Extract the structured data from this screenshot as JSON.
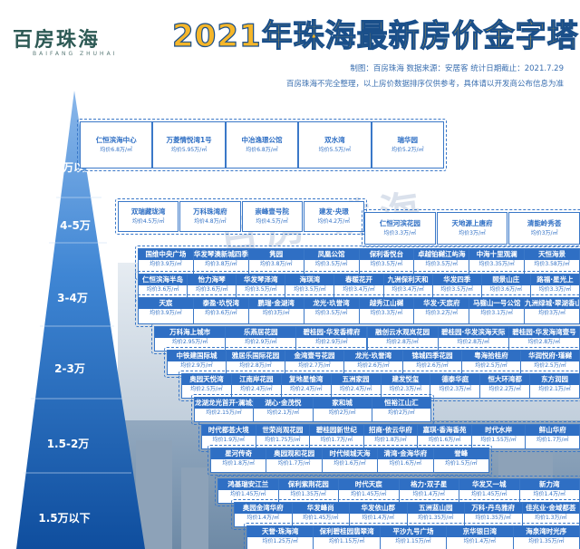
{
  "logo": {
    "main": "百房珠海",
    "sub": "BAIFANG ZHUHAI"
  },
  "title": "2021年珠海最新房价金字塔",
  "meta": {
    "line1": "制图：百房珠海   数据来源：安居客   统计日期截止：2021.7.29",
    "line2": "百房珠海不完全整理，以上房价数据排序仅供参考，具体请以开发商公布信息为准"
  },
  "watermark": "百房 珠海",
  "tiers": [
    {
      "label": "5万以上"
    },
    {
      "label": "4-5万"
    },
    {
      "label": "3-4万"
    },
    {
      "label": "2-3万"
    },
    {
      "label": "1.5-2万"
    },
    {
      "label": "1.5万以下"
    }
  ],
  "colors": {
    "accent": "#2f6fc4",
    "title": "#f5b62a",
    "outline": "#1a4f8a"
  },
  "rows": [
    {
      "cards": [
        {
          "name": "仁恒滨海中心",
          "price": "均价6.8万/㎡"
        },
        {
          "name": "万菱情悦湾1号",
          "price": "均价5.95万/㎡"
        },
        {
          "name": "中冶逸璟公馆",
          "price": "均价6.8万/㎡"
        },
        {
          "name": "双水湾",
          "price": "均价5.5万/㎡"
        },
        {
          "name": "瑞华园",
          "price": "均价5.2万/㎡"
        }
      ]
    },
    {
      "cards": [
        {
          "name": "双瑞藏珑湾",
          "price": "均价4.5万/㎡"
        },
        {
          "name": "万科珠湾府",
          "price": "均价4.8万/㎡"
        },
        {
          "name": "崇峰壹号院",
          "price": "均价4.5万/㎡"
        },
        {
          "name": "建发·央璟",
          "price": "均价4.2万/㎡"
        }
      ]
    },
    {
      "cards": [
        {
          "name": "仁恒河滨花园",
          "price": "均价3.3万/㎡"
        },
        {
          "name": "天地源上唐府",
          "price": "均价3万/㎡"
        },
        {
          "name": "清能岭秀荟",
          "price": "均价3万/㎡"
        }
      ]
    },
    {
      "cards": [
        {
          "name": "国维中央广场",
          "price": "均价3.9万/㎡"
        },
        {
          "name": "华发琴澳新城四季峰景",
          "price": "均价3.8万/㎡"
        },
        {
          "name": "隽园",
          "price": "均价3.8万/㎡"
        },
        {
          "name": "凤凰公馆",
          "price": "均价3.5万/㎡"
        },
        {
          "name": "保利香悦台",
          "price": "均价3.5万/㎡"
        },
        {
          "name": "卓越铂樾江屿海",
          "price": "均价3.5万/㎡"
        },
        {
          "name": "中海十里观澜",
          "price": "均价3.35万/㎡"
        },
        {
          "name": "天恒海景",
          "price": "均价3.58万/㎡"
        }
      ]
    },
    {
      "cards": [
        {
          "name": "仁恒滨海半岛",
          "price": "均价3.6万/㎡"
        },
        {
          "name": "怡力海琴",
          "price": "均价3.6万/㎡"
        },
        {
          "name": "华发琴泽湾",
          "price": "均价3.5万/㎡"
        },
        {
          "name": "海琪湾",
          "price": "均价3.5万/㎡"
        },
        {
          "name": "春暖花开",
          "price": "均价3.4万/㎡"
        },
        {
          "name": "九洲保利天和",
          "price": "均价3.4万/㎡"
        },
        {
          "name": "华发四季",
          "price": "均价3.5万/㎡"
        },
        {
          "name": "颐景山庄",
          "price": "均价3.6万/㎡"
        },
        {
          "name": "路福·星光上",
          "price": "均价3.3万/㎡"
        }
      ]
    },
    {
      "cards": [
        {
          "name": "天宸",
          "price": "均价3.9万/㎡"
        },
        {
          "name": "泰盈·玖悦湾",
          "price": "均价3.6万/㎡"
        },
        {
          "name": "鹏瑞·金湖湾",
          "price": "均价3万/㎡"
        },
        {
          "name": "龙光·玖誉湾",
          "price": "均价3.5万/㎡"
        },
        {
          "name": "越秀江山樾",
          "price": "均价3.3万/㎡"
        },
        {
          "name": "华发·天宸府",
          "price": "均价3.2万/㎡"
        },
        {
          "name": "马骝山一号公馆",
          "price": "均价3.1万/㎡"
        },
        {
          "name": "九洲绿城·翠湖香山",
          "price": "均价3万/㎡"
        }
      ]
    },
    {
      "cards": [
        {
          "name": "万科海上城市",
          "price": "均价2.95万/㎡"
        },
        {
          "name": "乐燕居花园",
          "price": "均价2.9万/㎡"
        },
        {
          "name": "碧桂园·华发香樟府",
          "price": "均价2.9万/㎡"
        },
        {
          "name": "融创云水观岚花园",
          "price": "均价2.8万/㎡"
        },
        {
          "name": "碧桂园·华发滨海天际",
          "price": "均价2.8万/㎡"
        },
        {
          "name": "碧桂园·华发海湾壹号",
          "price": "均价2.8万/㎡"
        }
      ]
    },
    {
      "cards": [
        {
          "name": "中铁建国际城",
          "price": "均价2.9万/㎡"
        },
        {
          "name": "雅居乐国际花园",
          "price": "均价2.8万/㎡"
        },
        {
          "name": "金湾壹号花园",
          "price": "均价2.7万/㎡"
        },
        {
          "name": "龙光·玖誉湾",
          "price": "均价2.6万/㎡"
        },
        {
          "name": "锦城四季花园",
          "price": "均价2.6万/㎡"
        },
        {
          "name": "粤海拾桂府",
          "price": "均价2.5万/㎡"
        },
        {
          "name": "华润悦府·瑾樾",
          "price": "均价2.5万/㎡"
        }
      ]
    },
    {
      "cards": [
        {
          "name": "奥园天悦湾",
          "price": "均价2.5万/㎡"
        },
        {
          "name": "江南岸花园",
          "price": "均价2.4万/㎡"
        },
        {
          "name": "复地星愉湾",
          "price": "均价2.4万/㎡"
        },
        {
          "name": "五洲家园",
          "price": "均价2.4万/㎡"
        },
        {
          "name": "建发悦玺",
          "price": "均价2.3万/㎡"
        },
        {
          "name": "德泰华庭",
          "price": "均价2.3万/㎡"
        },
        {
          "name": "恒大环湾都",
          "price": "均价2.2万/㎡"
        },
        {
          "name": "东方润园",
          "price": "均价2.1万/㎡"
        }
      ]
    },
    {
      "cards": [
        {
          "name": "龙湖龙光首开·澜城大境",
          "price": "均价2.15万/㎡"
        },
        {
          "name": "湖心·金茂悦",
          "price": "均价2.1万/㎡"
        },
        {
          "name": "家和城",
          "price": "均价2万/㎡"
        },
        {
          "name": "恒裕江山汇",
          "price": "均价2万/㎡"
        }
      ]
    },
    {
      "cards": [
        {
          "name": "时代都荟大境",
          "price": "均价1.9万/㎡"
        },
        {
          "name": "世荣尚观花园",
          "price": "均价1.75万/㎡"
        },
        {
          "name": "碧桂园新世纪",
          "price": "均价1.7万/㎡"
        },
        {
          "name": "招商·依云华府",
          "price": "均价1.8万/㎡"
        },
        {
          "name": "嘉琪·香海香苑",
          "price": "均价1.6万/㎡"
        },
        {
          "name": "时代水岸",
          "price": "均价1.55万/㎡"
        },
        {
          "name": "鲜山华府",
          "price": "均价1.7万/㎡"
        }
      ]
    },
    {
      "cards": [
        {
          "name": "星河传奇",
          "price": "均价1.8万/㎡"
        },
        {
          "name": "奥园观和花园",
          "price": "均价1.7万/㎡"
        },
        {
          "name": "时代倾城天海",
          "price": "均价1.6万/㎡"
        },
        {
          "name": "清湾·金海华府",
          "price": "均价1.6万/㎡"
        },
        {
          "name": "誉峰",
          "price": "均价1.5万/㎡"
        }
      ]
    },
    {
      "cards": [
        {
          "name": "鸿基瑞安江兰",
          "price": "均价1.45万/㎡"
        },
        {
          "name": "保利紫荆花园",
          "price": "均价1.35万/㎡"
        },
        {
          "name": "时代天宸",
          "price": "均价1.45万/㎡"
        },
        {
          "name": "格力·双子星",
          "price": "均价1.4万/㎡"
        },
        {
          "name": "华发又一城",
          "price": "均价1.45万/㎡"
        },
        {
          "name": "新力湾",
          "price": "均价1.4万/㎡"
        }
      ]
    },
    {
      "cards": [
        {
          "name": "奥园金湾华府",
          "price": "均价1.4万/㎡"
        },
        {
          "name": "华发峰尚",
          "price": "均价1.45万/㎡"
        },
        {
          "name": "华发依山郡",
          "price": "均价1.4万/㎡"
        },
        {
          "name": "五洲蓝山园",
          "price": "均价1.35万/㎡"
        },
        {
          "name": "万科·丹鸟雅府",
          "price": "均价1.35万/㎡"
        },
        {
          "name": "佳兆业·金域都荟",
          "price": "均价1.3万/㎡"
        }
      ]
    },
    {
      "cards": [
        {
          "name": "天誉·珠海湾",
          "price": "均价1.25万/㎡"
        },
        {
          "name": "保利碧桂园翡翠湾",
          "price": "均价1.15万/㎡"
        },
        {
          "name": "平沙九号广场",
          "price": "均价1.15万/㎡"
        },
        {
          "name": "京华银日湾",
          "price": "均价1.4万/㎡"
        },
        {
          "name": "海泉湾时光序",
          "price": "均价1.35万/㎡"
        }
      ]
    }
  ]
}
